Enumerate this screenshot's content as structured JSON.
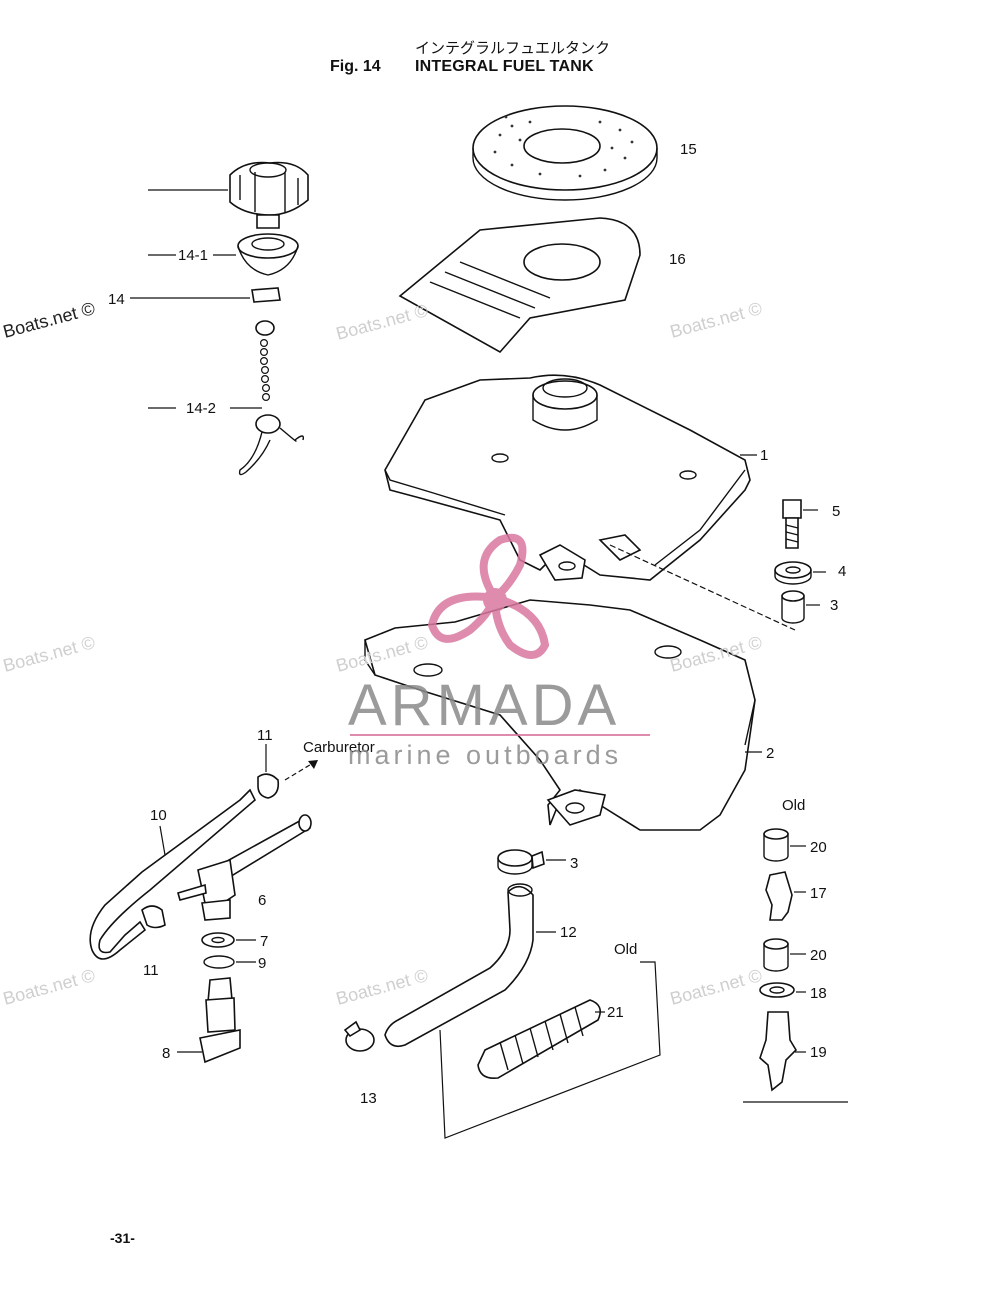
{
  "header": {
    "title_jp": "インテグラルフュエルタンク",
    "figure_number": "Fig. 14",
    "title_en": "INTEGRAL FUEL TANK"
  },
  "callouts": {
    "p15": "15",
    "p16": "16",
    "p14_1": "14-1",
    "p14": "14",
    "p14_2": "14-2",
    "p1": "1",
    "p5": "5",
    "p4": "4",
    "p3a": "3",
    "p2": "2",
    "p11a": "11",
    "carburetor": "Carburetor",
    "p10": "10",
    "p6": "6",
    "p7": "7",
    "p9": "9",
    "p11b": "11",
    "p8": "8",
    "p3b": "3",
    "p12": "12",
    "p21": "21",
    "p13": "13",
    "old_a": "Old",
    "old_b": "Old",
    "p20a": "20",
    "p17": "17",
    "p20b": "20",
    "p18": "18",
    "p19": "19"
  },
  "watermarks": {
    "site": "Boats.net ©",
    "brand": "ARMADA",
    "tagline": "marine outboards"
  },
  "colors": {
    "line": "#111111",
    "watermark_gray": "#cfcfcf",
    "logo_pink": "#d9779f",
    "logo_gray": "#8a8a8a"
  },
  "footer": {
    "page_number": "-31-"
  }
}
